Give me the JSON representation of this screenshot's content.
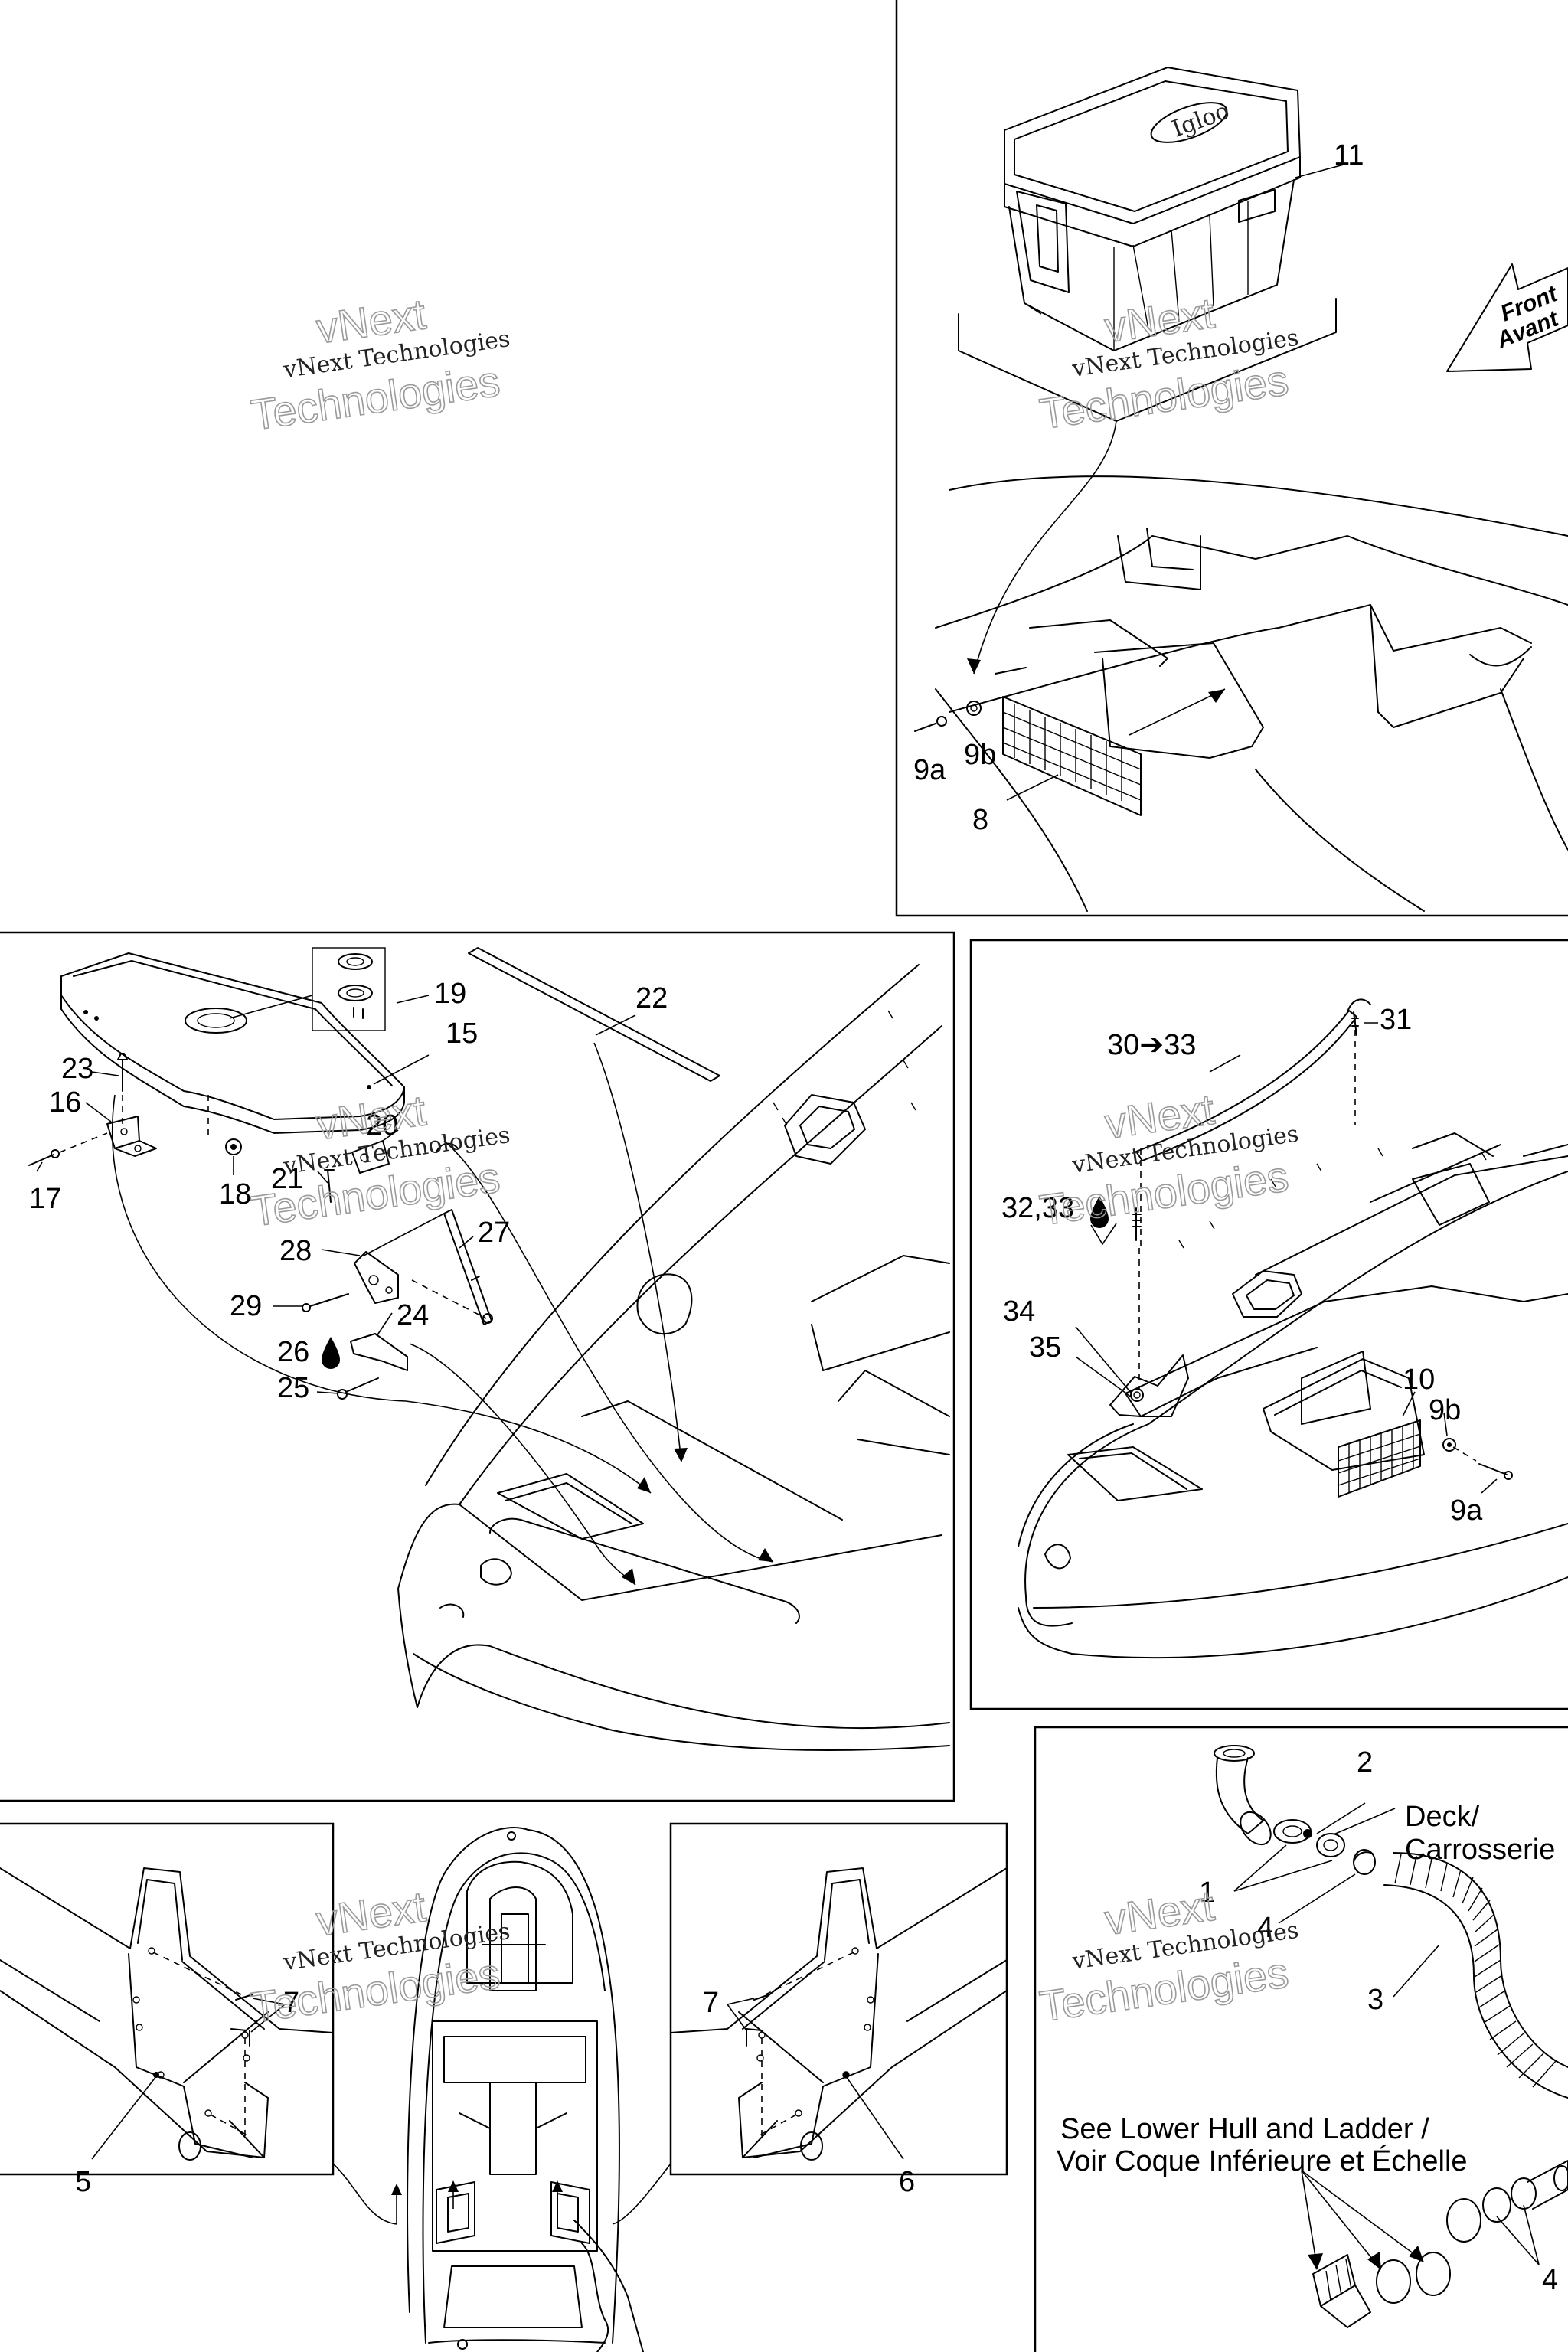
{
  "labels": {
    "l11": "11",
    "l9a_top": "9a",
    "l9b_top": "9b",
    "l8": "8",
    "l19": "19",
    "l15": "15",
    "l22": "22",
    "l23": "23",
    "l16": "16",
    "l17": "17",
    "l18": "18",
    "l20": "20",
    "l21": "21",
    "l27": "27",
    "l28": "28",
    "l29": "29",
    "l24": "24",
    "l26": "26",
    "l25": "25",
    "l30_33": "30➔33",
    "l31": "31",
    "l32_33": "32,33",
    "l34": "34",
    "l35": "35",
    "l10": "10",
    "l9b_mid": "9b",
    "l9a_mid": "9a",
    "l2": "2",
    "l1": "1",
    "l4_upper": "4",
    "l3": "3",
    "l4_lower": "4",
    "l7_left": "7",
    "l7_right": "7",
    "l5": "5",
    "l6": "6"
  },
  "notes": {
    "deck_line1": "Deck/",
    "deck_line2": "Carrosserie",
    "lower_hull_line1": "See Lower Hull and Ladder /",
    "lower_hull_line2": "Voir Coque Inférieure et Échelle"
  },
  "direction_arrow": {
    "line1": "Front",
    "line2": "Avant"
  },
  "cooler_logo": "Igloo",
  "watermark": {
    "line_small": "vNext Technologies",
    "line_top": "vNext",
    "line_bottom": "Technologies"
  },
  "icons": [
    "sealant-drop-icon",
    "front-direction-arrow-icon"
  ]
}
